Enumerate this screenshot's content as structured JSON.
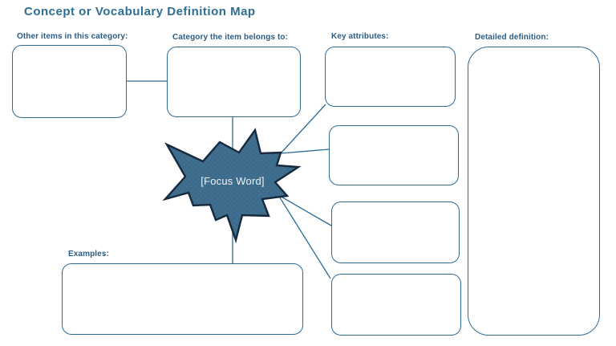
{
  "title": "Concept or Vocabulary Definition Map",
  "diagram": {
    "focus_word": "[Focus Word]",
    "sections": {
      "other_items": {
        "label": "Other items in this category:"
      },
      "category": {
        "label": "Category the item belongs to:"
      },
      "key_attributes": {
        "label": "Key attributes:",
        "box_count": 4
      },
      "detailed": {
        "label": "Detailed definition:"
      },
      "examples": {
        "label": "Examples:"
      }
    }
  },
  "colors": {
    "outline_blue": "#2e6b96",
    "label_blue": "#2a5c84",
    "title_blue": "#2d6e93",
    "star_fill": "#3d6b8b",
    "star_stroke": "#16293d",
    "background": "#ffffff"
  }
}
